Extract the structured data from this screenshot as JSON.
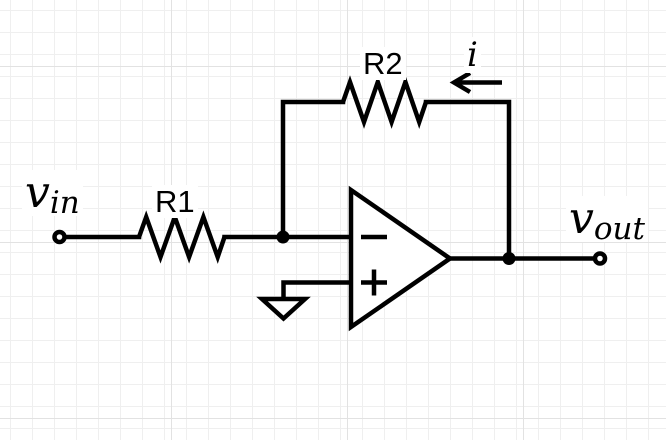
{
  "figure": {
    "type": "circuit-diagram",
    "description": "Inverting operational amplifier circuit with input resistor R1, feedback resistor R2, grounded non-inverting input, and feedback current i"
  },
  "labels": {
    "input_voltage": {
      "base": "v",
      "subscript": "in"
    },
    "output_voltage": {
      "base": "v",
      "subscript": "out"
    },
    "input_resistor": "R1",
    "feedback_resistor": "R2",
    "feedback_current": "i"
  },
  "op_amp": {
    "inverting_marker": "−",
    "non_inverting_marker": "+"
  },
  "colors": {
    "wire": "#000000",
    "text": "#000000",
    "canvas": "#ffffff",
    "grid_minor": "#efefef",
    "grid_major": "#e2e2e2",
    "label_background": "#ffffff"
  }
}
